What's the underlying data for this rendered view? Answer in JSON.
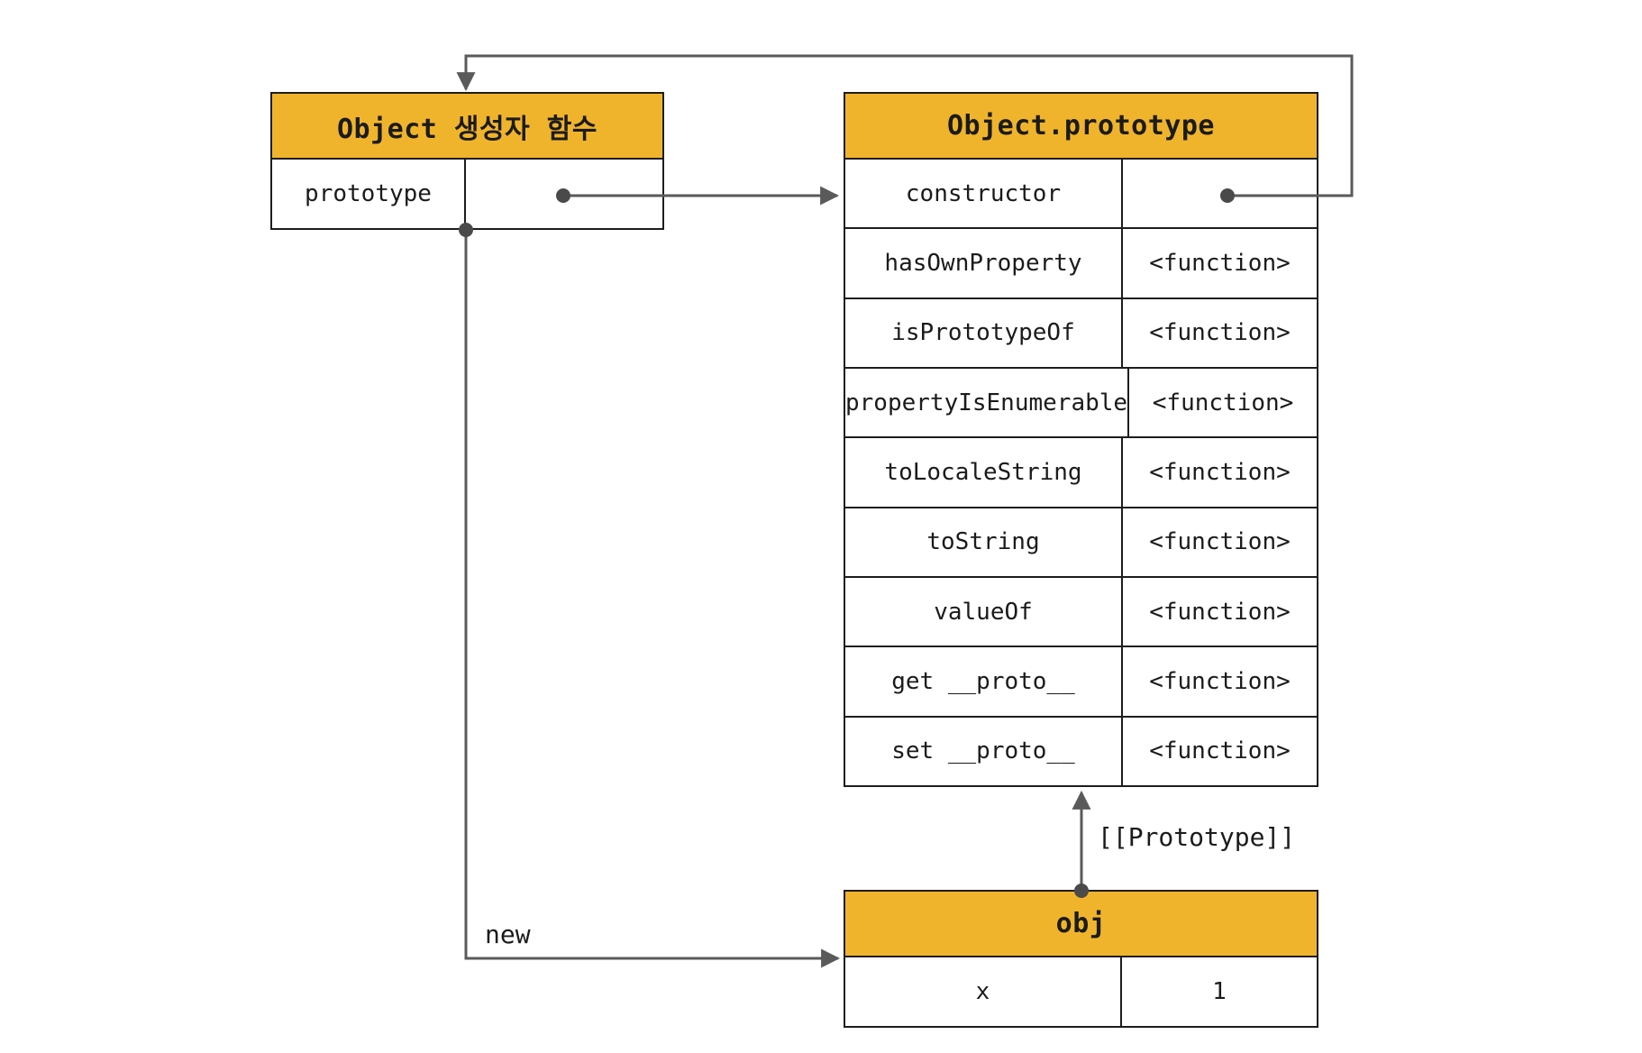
{
  "colors": {
    "accent": "#F0B42C",
    "border": "#1D1D1B",
    "arrow": "#5A5A5A",
    "dot": "#4A4A4A",
    "text": "#1B1B1B",
    "background": "#FFFFFF"
  },
  "constructor_box": {
    "title": "Object 생성자 함수",
    "rows": [
      {
        "name": "prototype",
        "value": ""
      }
    ]
  },
  "prototype_table": {
    "title": "Object.prototype",
    "rows": [
      {
        "name": "constructor",
        "value": ""
      },
      {
        "name": "hasOwnProperty",
        "value": "<function>"
      },
      {
        "name": "isPrototypeOf",
        "value": "<function>"
      },
      {
        "name": "propertyIsEnumerable",
        "value": "<function>"
      },
      {
        "name": "toLocaleString",
        "value": "<function>"
      },
      {
        "name": "toString",
        "value": "<function>"
      },
      {
        "name": "valueOf",
        "value": "<function>"
      },
      {
        "name": "get __proto__",
        "value": "<function>"
      },
      {
        "name": "set __proto__",
        "value": "<function>"
      }
    ]
  },
  "obj_box": {
    "title": "obj",
    "rows": [
      {
        "name": "x",
        "value": "1"
      }
    ]
  },
  "labels": {
    "new_operator": "new",
    "prototype_link": "[[Prototype]]"
  }
}
